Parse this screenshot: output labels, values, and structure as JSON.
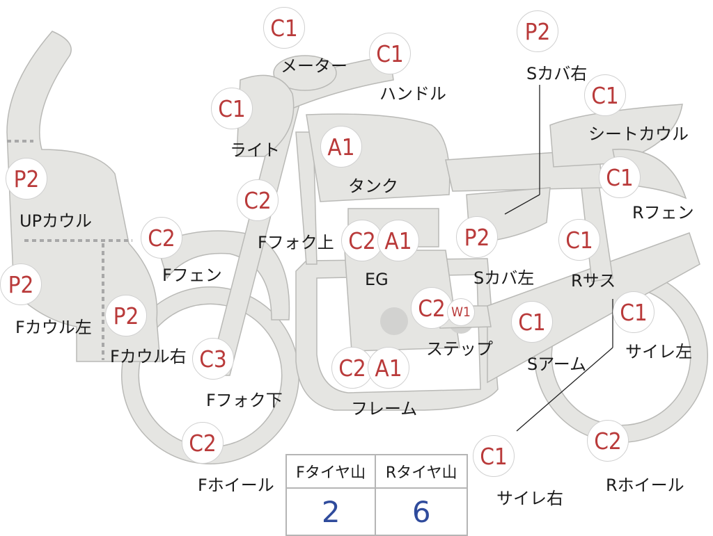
{
  "part_labels": {
    "meter": "メーター",
    "handle": "ハンドル",
    "light": "ライト",
    "tank": "タンク",
    "seat_cowl": "シートカウル",
    "side_cover_right": "Sカバ右",
    "side_cover_left": "Sカバ左",
    "rear_fender": "Rフェン",
    "up_cowl": "UPカウル",
    "front_fork_upper": "Fフォク上",
    "front_fender": "Fフェン",
    "engine": "EG",
    "rear_suspension": "Rサス",
    "front_cowl_left": "Fカウル左",
    "front_cowl_right": "Fカウル右",
    "step": "ステップ",
    "swing_arm": "Sアーム",
    "muffler_left": "サイレ左",
    "front_fork_lower": "Fフォク下",
    "frame": "フレーム",
    "front_wheel": "Fホイール",
    "muffler_right": "サイレ右",
    "rear_wheel": "Rホイール"
  },
  "color_codes": {
    "meter": "C1",
    "handle": "C1",
    "light": "C1",
    "tank": "A1",
    "seat_cowl": "C1",
    "side_cover_right": "P2",
    "side_cover_left": "P2",
    "rear_fender": "C1",
    "up_cowl": "P2",
    "front_fork_upper": "C2",
    "front_fender": "C2",
    "engine_1": "C2",
    "engine_2": "A1",
    "rear_suspension": "C1",
    "front_cowl_left": "P2",
    "front_cowl_right": "P2",
    "step_1": "C2",
    "step_2": "W1",
    "swing_arm": "C1",
    "muffler_left": "C1",
    "front_fork_lower": "C3",
    "frame_1": "C2",
    "frame_2": "A1",
    "front_wheel": "C2",
    "muffler_right": "C1",
    "rear_wheel": "C2"
  },
  "tire_table": {
    "headers": [
      "Fタイヤ山",
      "Rタイヤ山"
    ],
    "values": [
      "2",
      "6"
    ]
  },
  "colors": {
    "part_fill": "#e5e5e2",
    "part_stroke": "#b9b9b6",
    "code_text": "#b93a3a",
    "value_text": "#2f4b9c"
  }
}
